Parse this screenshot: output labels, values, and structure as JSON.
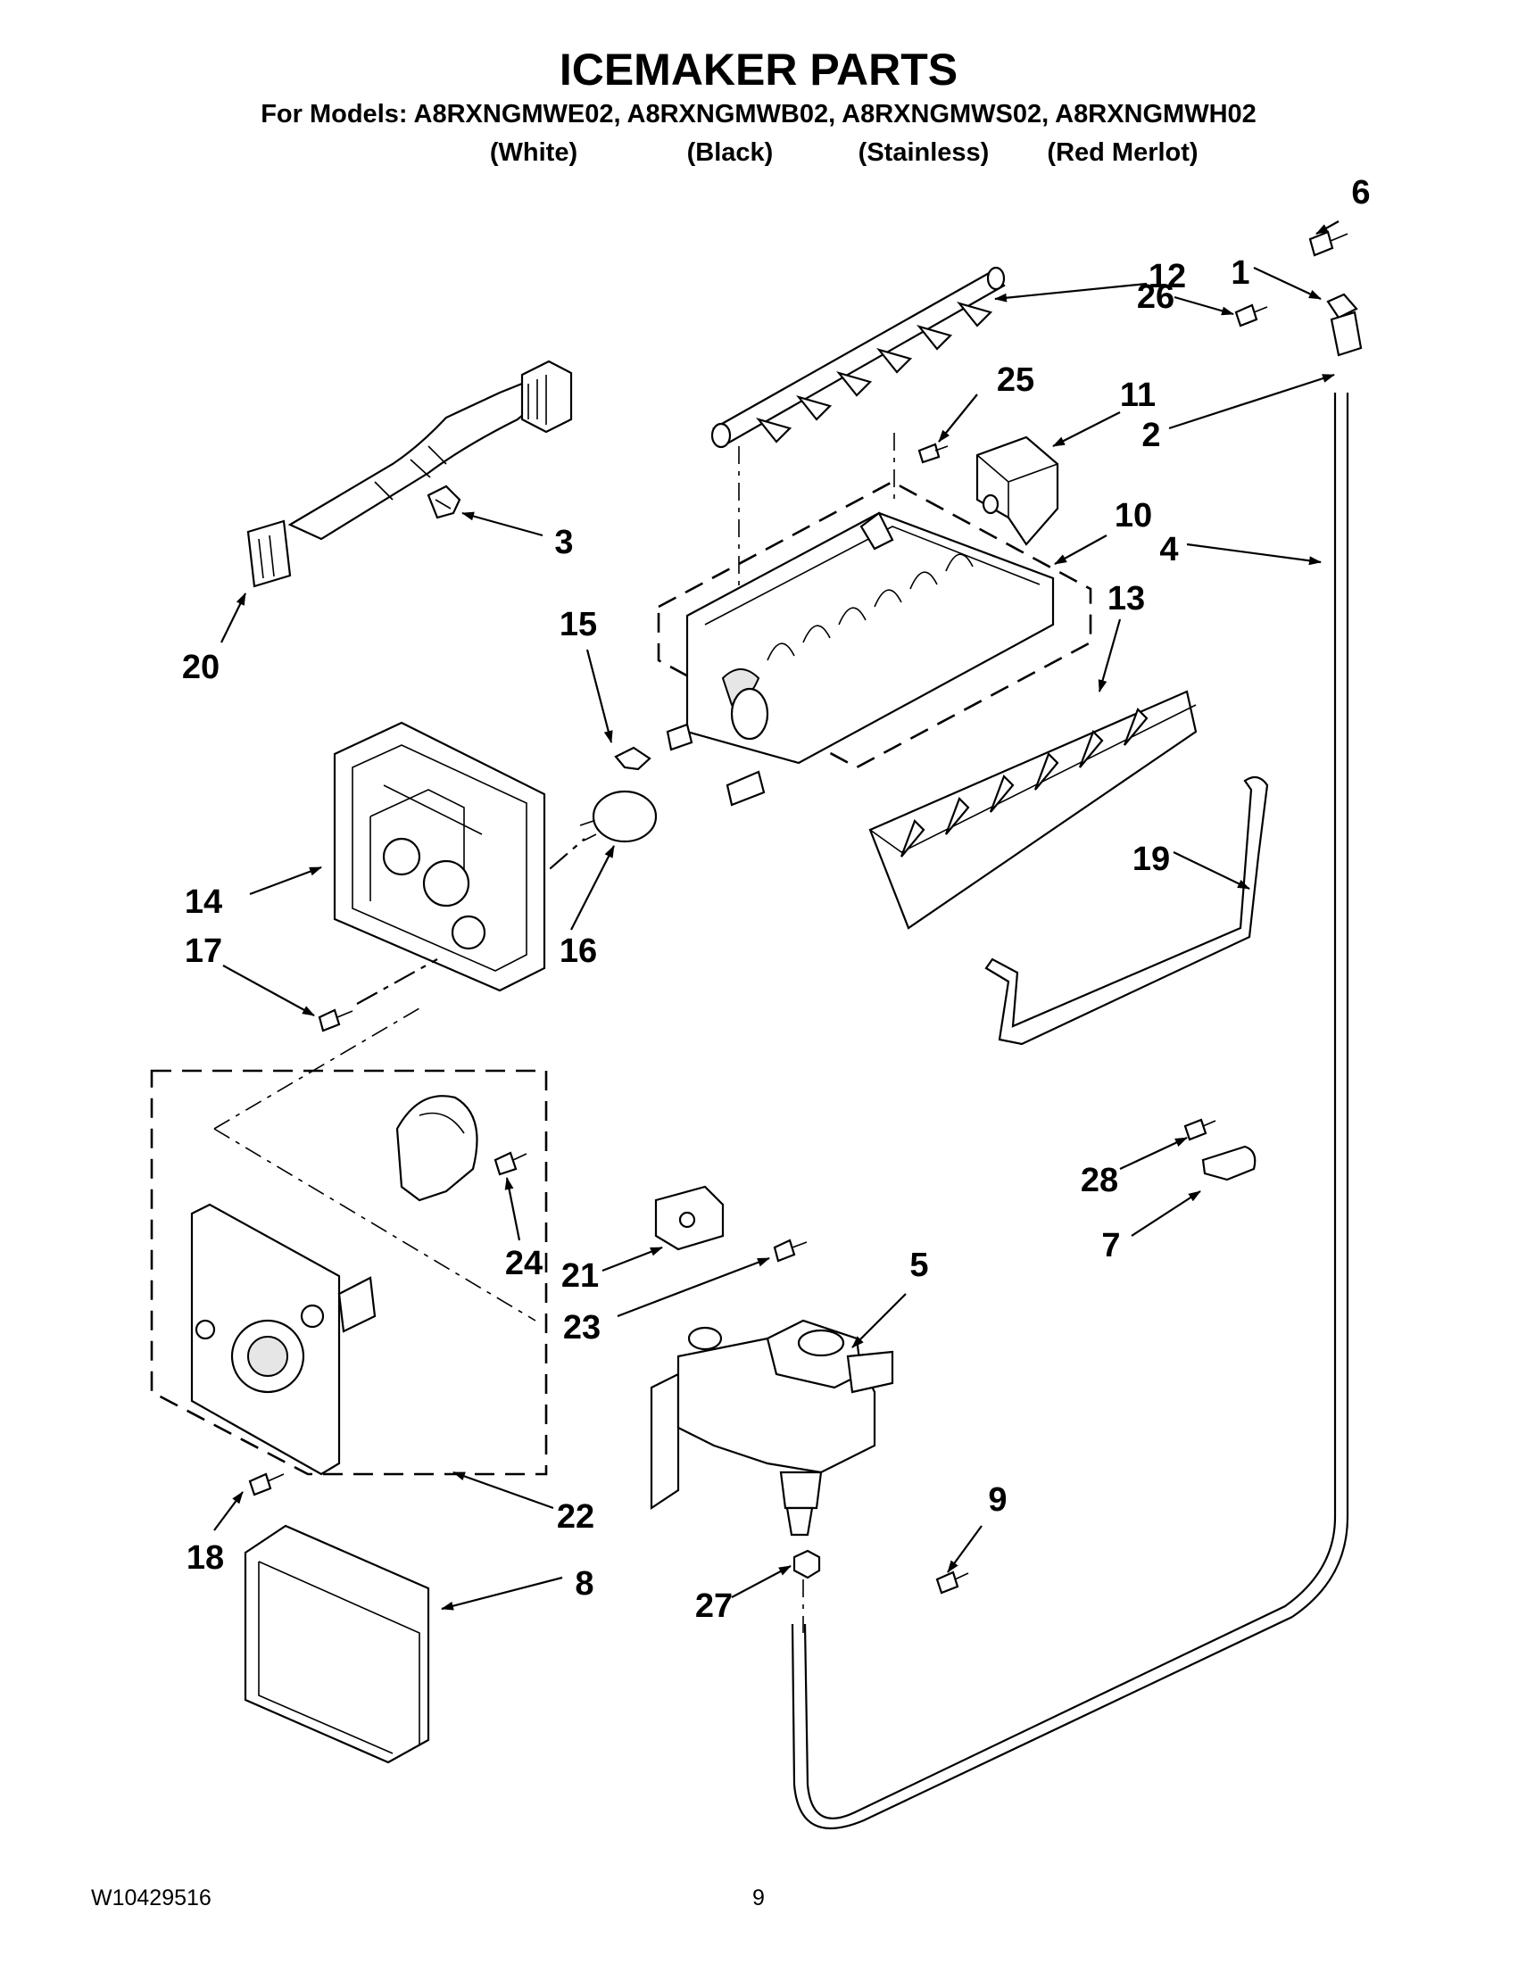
{
  "header": {
    "title": "ICEMAKER PARTS",
    "models_line": "For Models: A8RXNGMWE02, A8RXNGMWB02, A8RXNGMWS02, A8RXNGMWH02",
    "color_labels": [
      "(White)",
      "(Black)",
      "(Stainless)",
      "(Red Merlot)"
    ]
  },
  "callouts": [
    "1",
    "2",
    "3",
    "4",
    "5",
    "6",
    "7",
    "8",
    "9",
    "10",
    "11",
    "12",
    "13",
    "14",
    "15",
    "16",
    "17",
    "18",
    "19",
    "20",
    "21",
    "22",
    "23",
    "24",
    "25",
    "26",
    "27",
    "28"
  ],
  "footer": {
    "doc_number": "W10429516",
    "page_number": "9"
  }
}
